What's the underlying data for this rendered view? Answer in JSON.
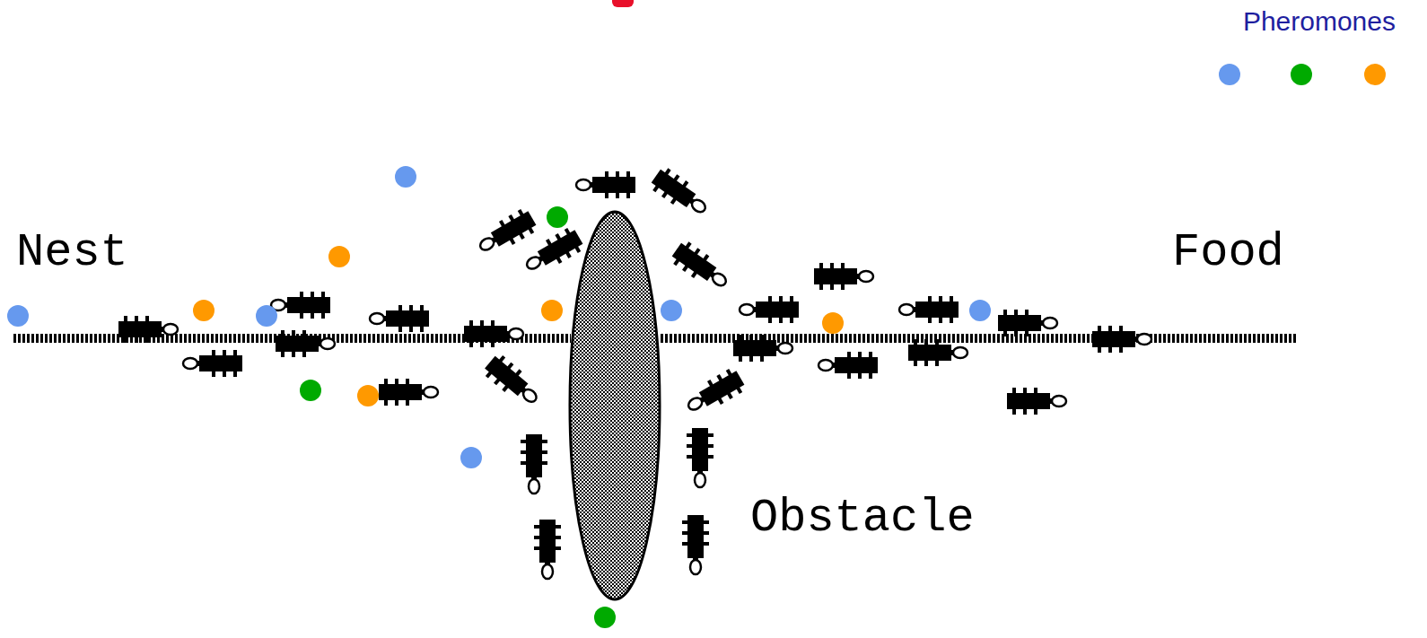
{
  "diagram": {
    "labels": [
      "Nest",
      "Food",
      "Obstacle",
      "Pheromones"
    ]
  }
}
